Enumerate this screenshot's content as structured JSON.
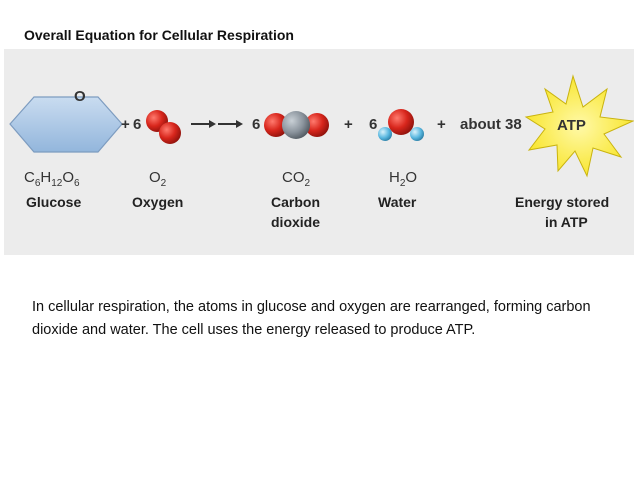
{
  "title": "Overall Equation for Cellular Respiration",
  "equation": {
    "plus_1": "+",
    "coef_oxygen": "6",
    "coef_co2": "6",
    "plus_2": "+",
    "coef_water": "6",
    "plus_3": "+",
    "about": "about 38",
    "atp_label": "ATP"
  },
  "molecules": {
    "glucose": {
      "atom_label": "O",
      "formula": {
        "c": "C",
        "c_sub": "6",
        "h": "H",
        "h_sub": "12",
        "o": "O",
        "o_sub": "6"
      },
      "name": "Glucose"
    },
    "oxygen": {
      "formula": {
        "base": "O",
        "sub": "2"
      },
      "name": "Oxygen"
    },
    "carbon_dioxide": {
      "formula": {
        "base": "CO",
        "sub": "2"
      },
      "name_line1": "Carbon",
      "name_line2": "dioxide"
    },
    "water": {
      "formula": {
        "h": "H",
        "sub": "2",
        "o": "O"
      },
      "name": "Water"
    },
    "atp": {
      "name_line1": "Energy stored",
      "name_line2": "in ATP"
    }
  },
  "caption": "In cellular respiration, the atoms in glucose and oxygen are rearranged, forming carbon dioxide and water. The cell uses the energy released to produce ATP.",
  "colors": {
    "glucose_fill": "#a9c7e6",
    "oxygen_red": "#d8261c",
    "carbon_gray": "#8a939c",
    "hydrogen_blue": "#5ab8e0",
    "atp_star": "#f7ea1f",
    "panel_bg": "#ececec"
  }
}
